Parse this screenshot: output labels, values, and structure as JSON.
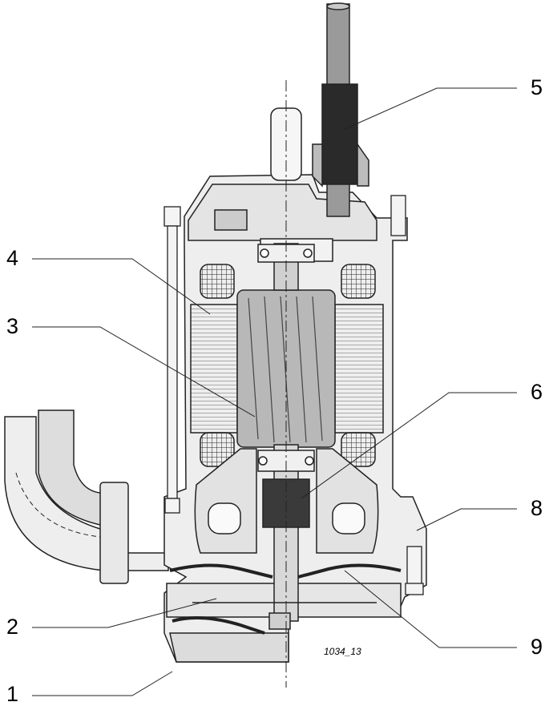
{
  "figure": {
    "drawing_code": "1034_13",
    "callouts": [
      {
        "id": "c1",
        "label": "1"
      },
      {
        "id": "c2",
        "label": "2"
      },
      {
        "id": "c3",
        "label": "3"
      },
      {
        "id": "c4",
        "label": "4"
      },
      {
        "id": "c5",
        "label": "5"
      },
      {
        "id": "c6",
        "label": "6"
      },
      {
        "id": "c8",
        "label": "8"
      },
      {
        "id": "c9",
        "label": "9"
      }
    ]
  }
}
